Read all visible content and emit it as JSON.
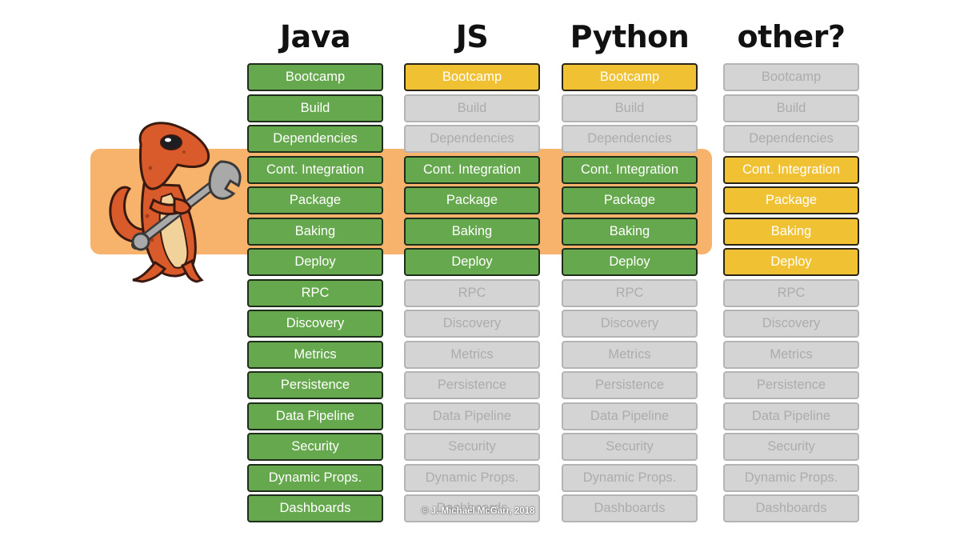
{
  "rows": [
    "Bootcamp",
    "Build",
    "Dependencies",
    "Cont. Integration",
    "Package",
    "Baking",
    "Deploy",
    "RPC",
    "Discovery",
    "Metrics",
    "Persistence",
    "Data Pipeline",
    "Security",
    "Dynamic Props.",
    "Dashboards"
  ],
  "columns": [
    {
      "title": "Java",
      "states": [
        "green",
        "green",
        "green",
        "green",
        "green",
        "green",
        "green",
        "green",
        "green",
        "green",
        "green",
        "green",
        "green",
        "green",
        "green"
      ]
    },
    {
      "title": "JS",
      "states": [
        "yellow",
        "grey",
        "grey",
        "green",
        "green",
        "green",
        "green",
        "grey",
        "grey",
        "grey",
        "grey",
        "grey",
        "grey",
        "grey",
        "grey"
      ]
    },
    {
      "title": "Python",
      "states": [
        "yellow",
        "grey",
        "grey",
        "green",
        "green",
        "green",
        "green",
        "grey",
        "grey",
        "grey",
        "grey",
        "grey",
        "grey",
        "grey",
        "grey"
      ]
    },
    {
      "title": "other?",
      "states": [
        "grey",
        "grey",
        "grey",
        "yellow",
        "yellow",
        "yellow",
        "yellow",
        "grey",
        "grey",
        "grey",
        "grey",
        "grey",
        "grey",
        "grey",
        "grey"
      ]
    }
  ],
  "colors": {
    "green": "#66a84d",
    "yellow": "#f0c233",
    "grey": "#d4d4d4",
    "highlight": "#f7b36c"
  },
  "mascot_icon": "salamander-with-wrench-icon",
  "copyright": "© J. Michael McGarr, 2018"
}
